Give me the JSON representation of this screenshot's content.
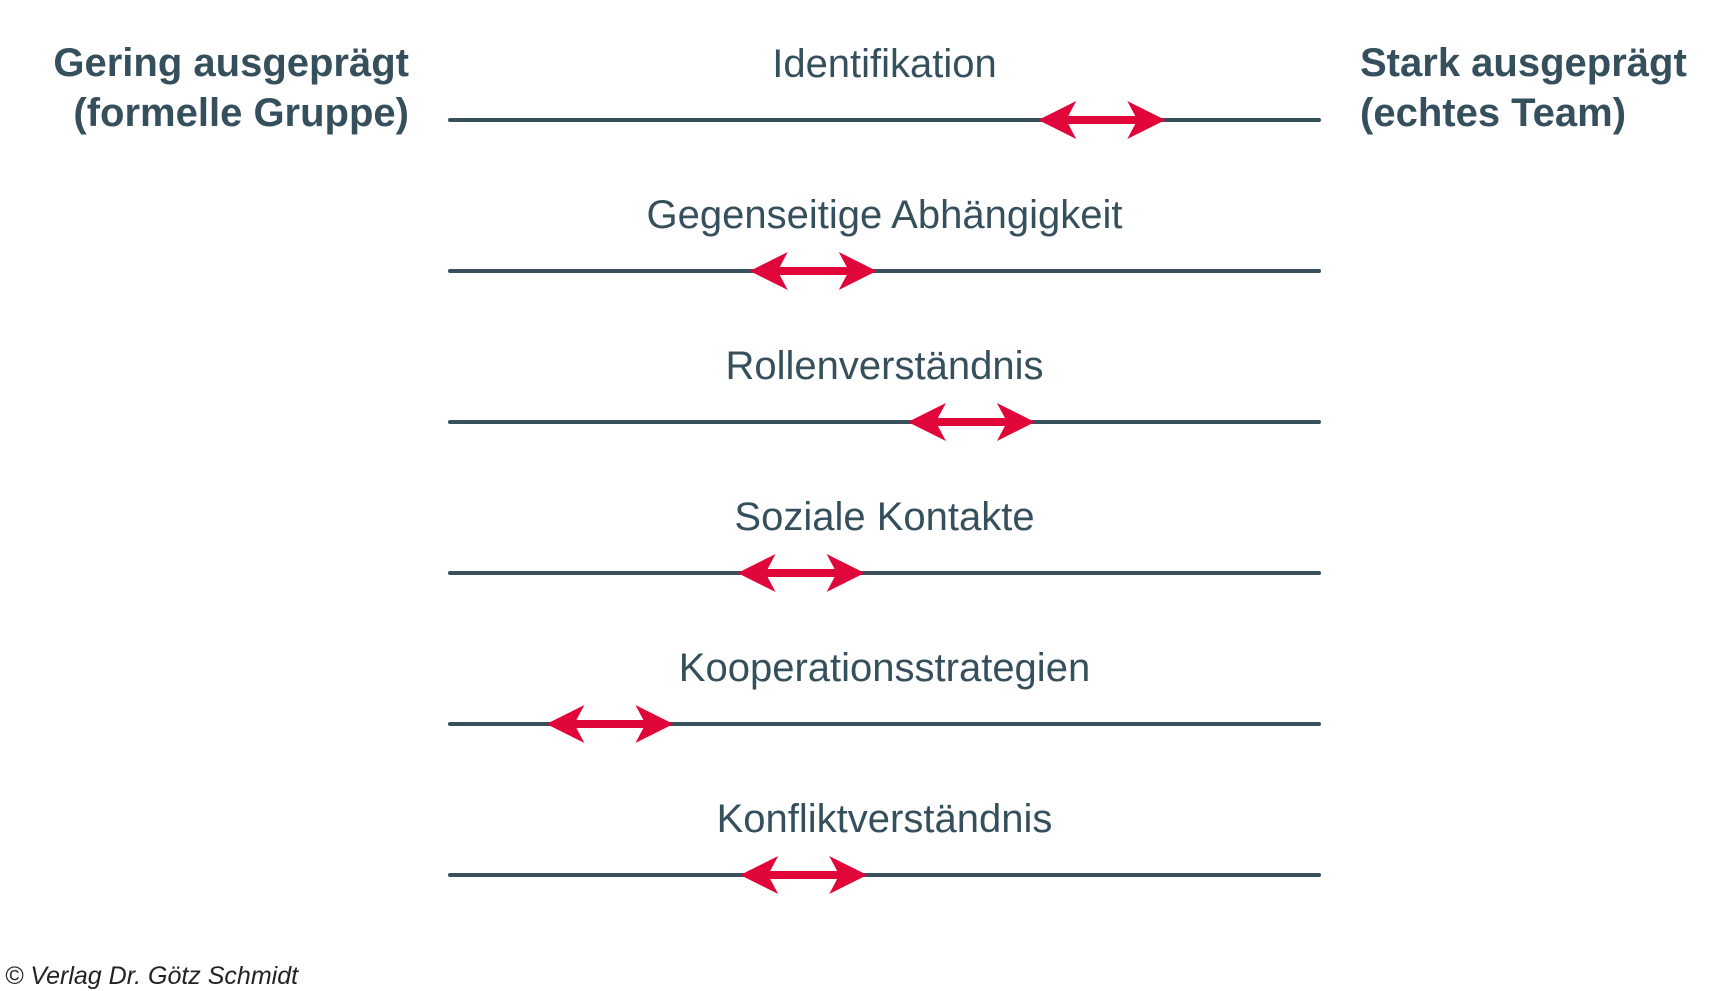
{
  "left_header": {
    "line1": "Gering ausgeprägt",
    "line2": "(formelle Gruppe)"
  },
  "right_header": {
    "line1": "Stark ausgeprägt",
    "line2": "(echtes Team)"
  },
  "dimensions": [
    {
      "label": "Identifikation",
      "position": 0.75
    },
    {
      "label": "Gegenseitige Abhängigkeit",
      "position": 0.418
    },
    {
      "label": "Rollenverständnis",
      "position": 0.6
    },
    {
      "label": "Soziale Kontakte",
      "position": 0.404
    },
    {
      "label": "Kooperationsstrategien",
      "position": 0.184
    },
    {
      "label": "Konfliktverständnis",
      "position": 0.407
    }
  ],
  "colors": {
    "line": "#37505c",
    "arrow": "#e0063a"
  },
  "copyright": "© Verlag Dr. Götz Schmidt"
}
